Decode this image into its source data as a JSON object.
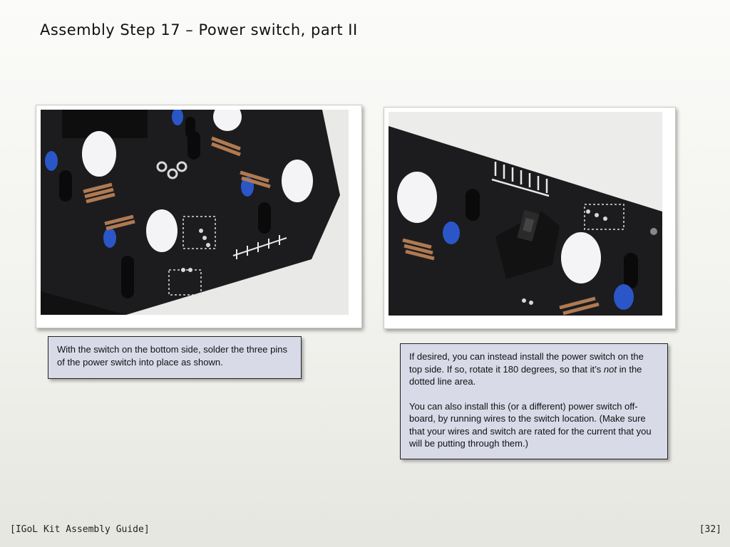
{
  "slide": {
    "title": "Assembly Step 17 – Power switch, part II"
  },
  "images": {
    "left_photo": "pcb-bottom-side-switch-photo",
    "right_photo": "pcb-top-side-switch-photo"
  },
  "captions": {
    "left": "With the switch on the bottom side, solder the three pins of the power switch into place as shown.",
    "right_p1_a": "If desired, you can instead install the power switch on the top side.  If so, rotate it 180 degrees, so that it’s ",
    "right_p1_em": "not",
    "right_p1_b": " in the dotted line area.",
    "right_p2": "You can also install this (or a different) power switch off-board, by running wires to the switch location. (Make sure that your wires and switch are rated for the current that you will be putting through them.)"
  },
  "footer": {
    "guide_name": "[IGoL Kit Assembly Guide]",
    "page_number": "[32]"
  },
  "colors": {
    "caption_bg": "#d9dae8",
    "pcb": "#1b1b1d"
  }
}
